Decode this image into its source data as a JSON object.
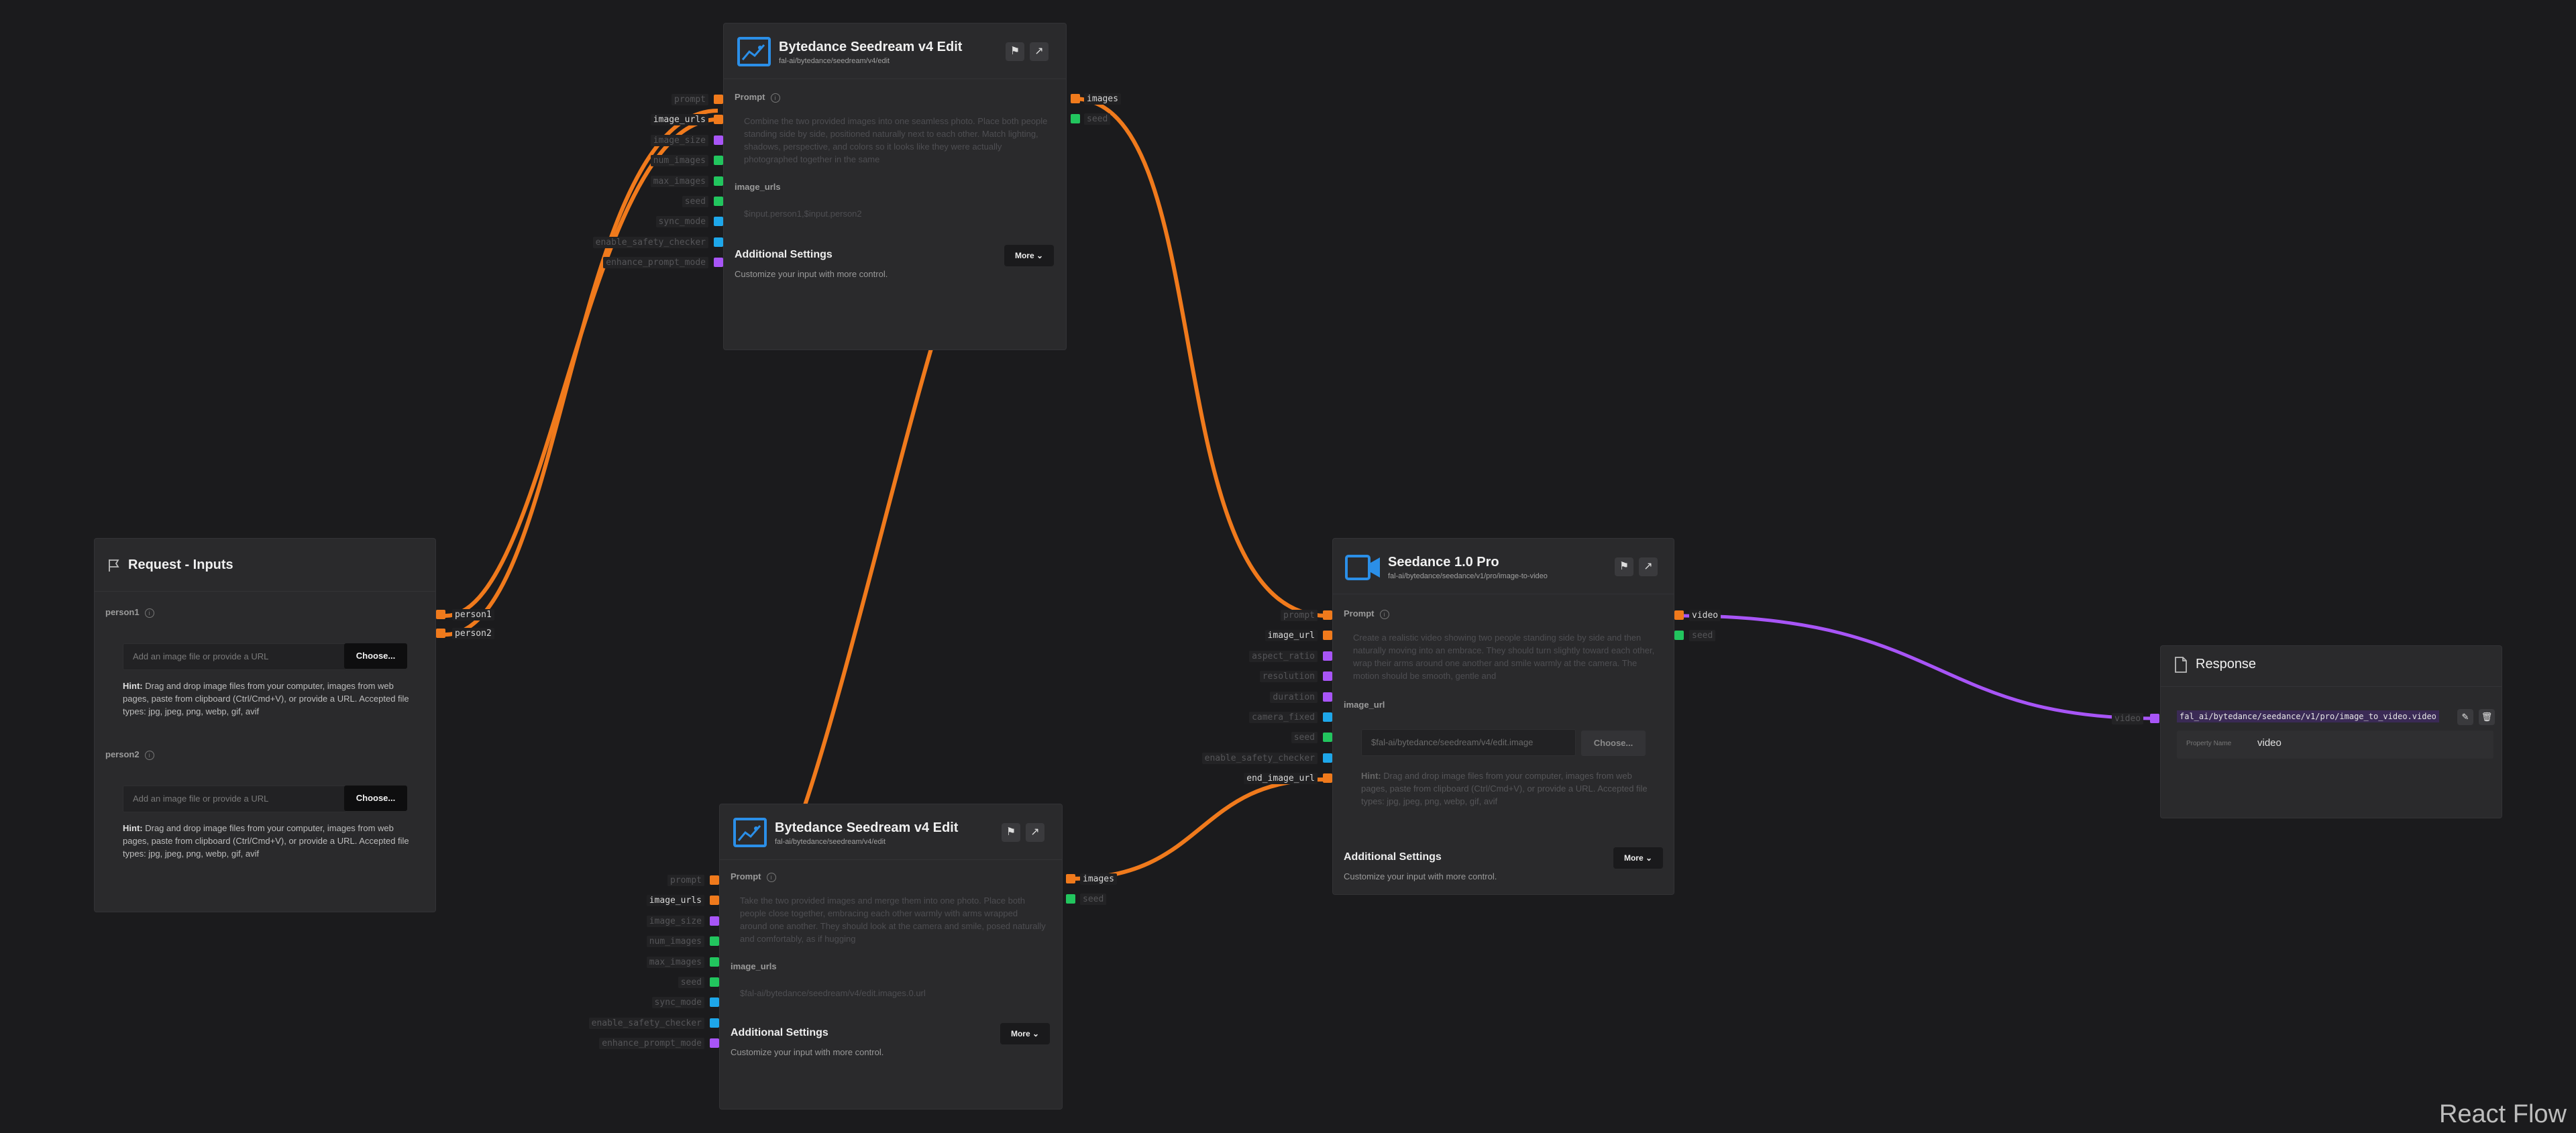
{
  "watermark": "React Flow",
  "colors": {
    "background": "#1b1b1d",
    "edge_orange": "#f07a1c",
    "edge_purple": "#a855f7",
    "port_green": "#22c55e",
    "port_blue": "#1ea7ea",
    "icon_blue": "#2b8fe8"
  },
  "request_inputs": {
    "title": "Request - Inputs",
    "header_icon": "flag-icon",
    "fields": [
      {
        "label": "person1",
        "placeholder": "Add an image file or provide a URL",
        "button": "Choose...",
        "hint_bold": "Hint:",
        "hint": " Drag and drop image files from your computer, images from web pages, paste from clipboard (Ctrl/Cmd+V), or provide a URL. Accepted file types: jpg, jpeg, png, webp, gif, avif"
      },
      {
        "label": "person2",
        "placeholder": "Add an image file or provide a URL",
        "button": "Choose...",
        "hint_bold": "Hint:",
        "hint": " Drag and drop image files from your computer, images from web pages, paste from clipboard (Ctrl/Cmd+V), or provide a URL. Accepted file types: jpg, jpeg, png, webp, gif, avif"
      }
    ],
    "outputs": [
      "person1",
      "person2"
    ]
  },
  "seedream_top": {
    "title": "Bytedance Seedream v4 Edit",
    "subtitle": "fal-ai/bytedance/seedream/v4/edit",
    "prompt_label": "Prompt",
    "prompt_text": "Combine the two provided images into one seamless photo. Place both people standing side by side, positioned naturally next to each other. Match lighting, shadows, perspective, and colors so it looks like they were actually photographed together in the same",
    "urls_label": "image_urls",
    "urls_value": "$input.person1,$input.person2",
    "adv_title": "Additional Settings",
    "adv_sub": "Customize your input with more control.",
    "more": "More",
    "inputs": [
      "prompt",
      "image_urls",
      "image_size",
      "num_images",
      "max_images",
      "seed",
      "sync_mode",
      "enable_safety_checker",
      "enhance_prompt_mode"
    ],
    "outputs": [
      "images",
      "seed"
    ]
  },
  "seedream_bottom": {
    "title": "Bytedance Seedream v4 Edit",
    "subtitle": "fal-ai/bytedance/seedream/v4/edit",
    "prompt_label": "Prompt",
    "prompt_text": "Take the two provided images and merge them into one photo. Place both people close together, embracing each other warmly with arms wrapped around one another. They should look at the camera and smile, posed naturally and comfortably, as if hugging",
    "urls_label": "image_urls",
    "urls_value": "$fal-ai/bytedance/seedream/v4/edit.images.0.url",
    "adv_title": "Additional Settings",
    "adv_sub": "Customize your input with more control.",
    "more": "More",
    "inputs": [
      "prompt",
      "image_urls",
      "image_size",
      "num_images",
      "max_images",
      "seed",
      "sync_mode",
      "enable_safety_checker",
      "enhance_prompt_mode"
    ],
    "outputs": [
      "images",
      "seed"
    ]
  },
  "seedance": {
    "title": "Seedance 1.0 Pro",
    "subtitle": "fal-ai/bytedance/seedance/v1/pro/image-to-video",
    "prompt_label": "Prompt",
    "prompt_text": "Create a realistic video showing two people standing side by side and then naturally moving into an embrace. They should turn slightly toward each other, wrap their arms around one another and smile warmly at the camera. The motion should be smooth, gentle and",
    "url_label": "image_url",
    "url_value": "$fal-ai/bytedance/seedream/v4/edit.image",
    "button": "Choose...",
    "hint_bold": "Hint:",
    "hint": " Drag and drop image files from your computer, images from web pages, paste from clipboard (Ctrl/Cmd+V), or provide a URL. Accepted file types: jpg, jpeg, png, webp, gif, avif",
    "adv_title": "Additional Settings",
    "adv_sub": "Customize your input with more control.",
    "more": "More",
    "inputs": [
      "prompt",
      "image_url",
      "aspect_ratio",
      "resolution",
      "duration",
      "camera_fixed",
      "seed",
      "enable_safety_checker",
      "end_image_url"
    ],
    "outputs": [
      "video",
      "seed"
    ]
  },
  "response": {
    "title": "Response",
    "header_icon": "document-icon",
    "input_port": "video",
    "endpoint": "fal_ai/bytedance/seedance/v1/pro/image_to_video.video",
    "property_label": "Property Name",
    "property_value": "video"
  }
}
